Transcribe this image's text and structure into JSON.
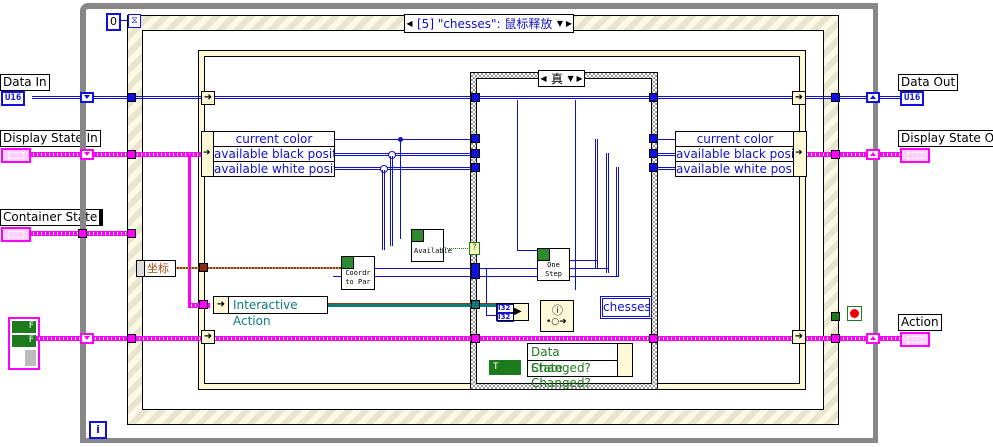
{
  "diagram": {
    "while_loop": {
      "iteration_terminal": "i"
    },
    "event_structure": {
      "timeout_constant": "0",
      "timeout_icon": "hourglass-icon",
      "case_selector": "[5] \"chesses\": 鼠标释放"
    },
    "case_structure": {
      "selector": "真"
    },
    "controls_left": {
      "data_in": {
        "label": "Data In",
        "type": "U16"
      },
      "display_state_in": {
        "label": "Display State In"
      },
      "container_state": {
        "label": "Container State"
      },
      "bool_cluster": {
        "t1": "F",
        "t2": "F"
      }
    },
    "indicators_right": {
      "data_out": {
        "label": "Data Out",
        "type": "U16"
      },
      "display_state_out": {
        "label": "Display State Out"
      },
      "action": {
        "label": "Action"
      }
    },
    "event_data": {
      "coord_label": "坐标"
    },
    "unbundle_left": [
      "current color",
      "available black position",
      "available white position"
    ],
    "bundle_right": [
      "current color",
      "available black position",
      "available white position"
    ],
    "interactive_action": "Interactive Action",
    "subvis": {
      "coordr_to_par": "Coordr to Par",
      "available": "Available",
      "one_step": "One Step"
    },
    "i32_consts": [
      "I32",
      "I32"
    ],
    "chesses_ref": "chesses",
    "bundle_changed": [
      "Data Changed?",
      "State Changed?"
    ],
    "true_const": "T",
    "question": "?",
    "stop_icon": "stop-icon",
    "colors": {
      "integer_wire": "#1010c8",
      "cluster_wire": "#ff00ff",
      "refnum_wire": "#8a3b12",
      "loop_border": "#878787"
    }
  }
}
